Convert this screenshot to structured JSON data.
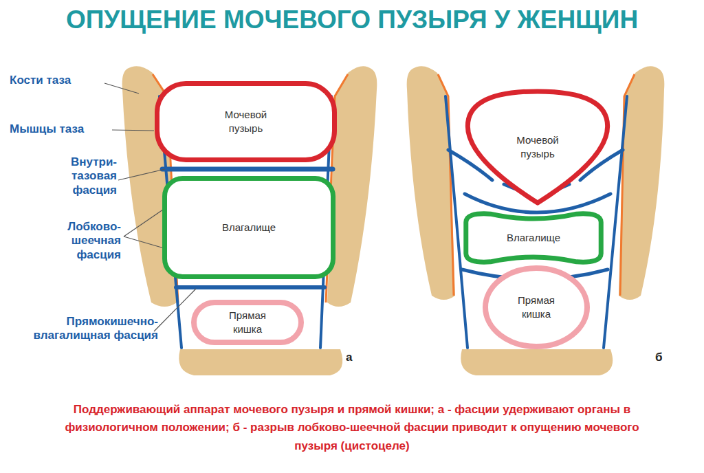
{
  "diagram": {
    "title": "ОПУЩЕНИЕ МОЧЕВОГО ПУЗЫРЯ У ЖЕНЩИН",
    "caption": "Поддерживающий аппарат мочевого пузыря и прямой кишки; а - фасции удерживают органы в физиологичном положении; б - разрыв лобково-шеечной фасции приводит к опущению мочевого пузыря (цистоцеле)",
    "nodes": [
      {
        "text": [
          "Мочевой пузырь"
        ]
      },
      {
        "text": [
          "Влагалище"
        ]
      },
      {
        "text": [
          "Прямая кишка"
        ]
      },
      {
        "text": [
          "Мочевой пузырь"
        ]
      },
      {
        "text": [
          "Влагалище"
        ]
      },
      {
        "text": [
          "Прямая кишка"
        ]
      }
    ],
    "labels": [
      "Кости таза",
      "Мышцы таза",
      "Внутри- тазовая фасция",
      "Лобково- шеечная фасция",
      "Прямокишечно- влагалищная фасция",
      "а",
      "б"
    ]
  }
}
